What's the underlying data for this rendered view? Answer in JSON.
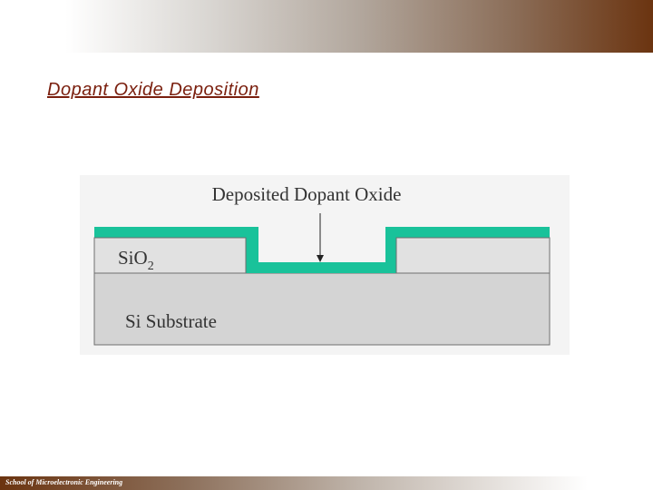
{
  "slide": {
    "title": "Dopant Oxide Deposition",
    "footer": "School of Microelectronic Engineering"
  },
  "diagram": {
    "top_label": "Deposited Dopant Oxide",
    "oxide_label_base": "SiO",
    "oxide_label_subscript": "2",
    "substrate_label": "Si Substrate"
  },
  "colors": {
    "dopant_oxide": "#19c29a",
    "sio2": "#e1e1e1",
    "substrate": "#d4d4d4",
    "title": "#7a1f0e",
    "header_dark": "#6b3410"
  }
}
